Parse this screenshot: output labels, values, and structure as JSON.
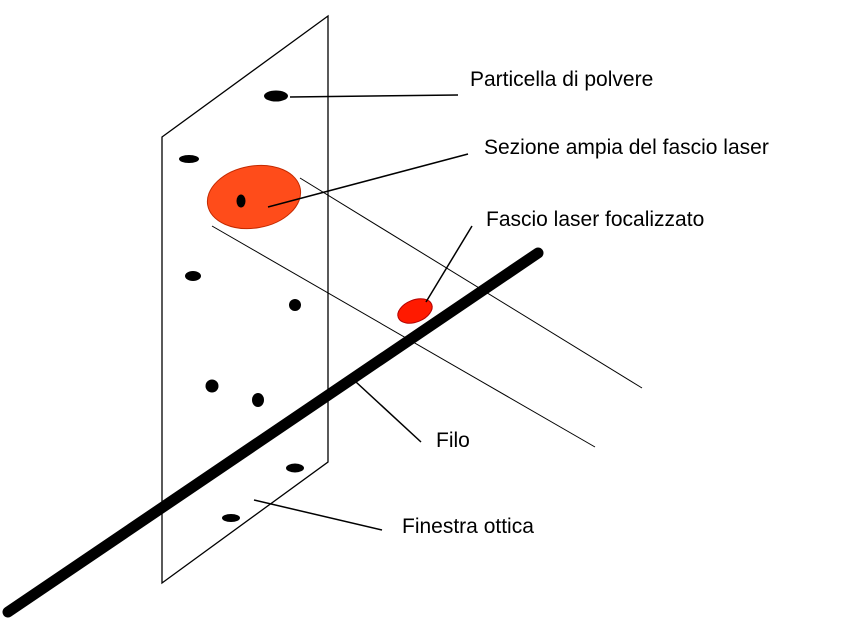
{
  "labels": {
    "dust_particle": "Particella di polvere",
    "wide_beam_section": "Sezione ampia del fascio laser",
    "focused_beam": "Fascio laser focalizzato",
    "wire": "Filo",
    "optical_window": "Finestra ottica"
  },
  "colors": {
    "line": "#000000",
    "wide_beam_fill": "#ff4c1a",
    "focused_beam_fill": "#ff1a00",
    "background": "#ffffff"
  }
}
